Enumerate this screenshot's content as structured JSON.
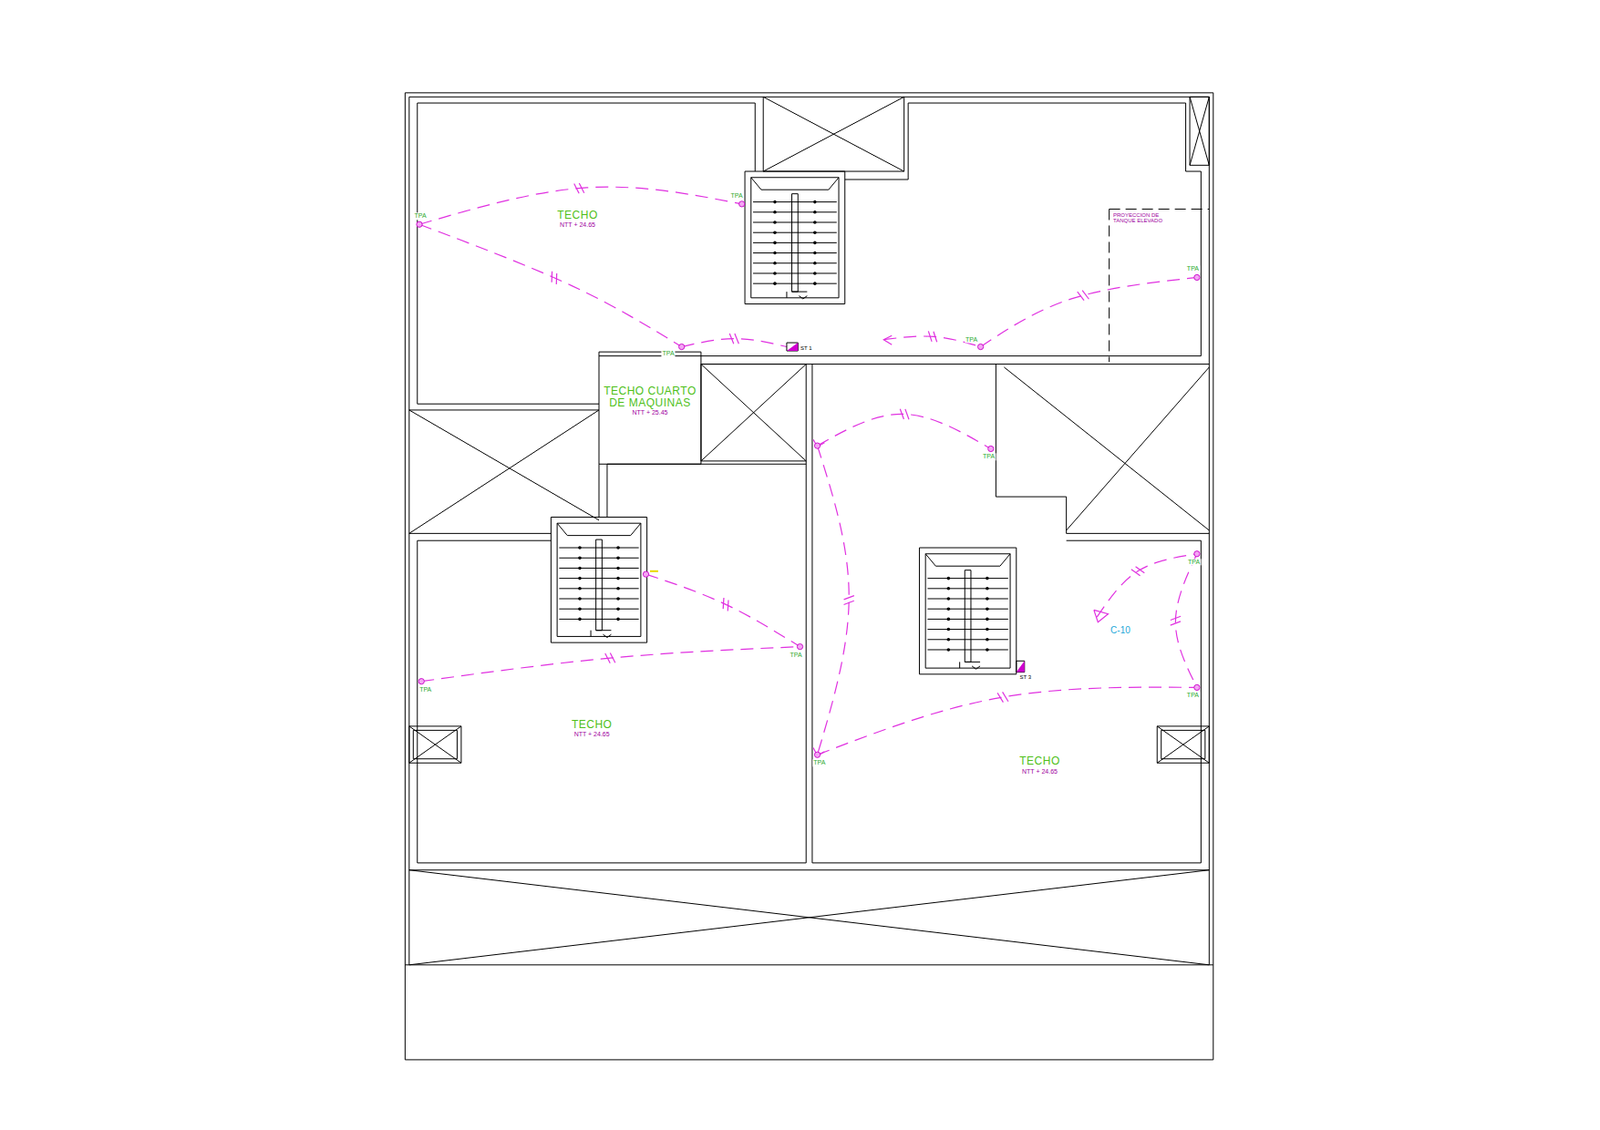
{
  "diagram": {
    "nodes": [
      {
        "text": [
          "TECHO",
          "NTT + 24.65"
        ]
      },
      {
        "text": [
          "TECHO CUARTO DE MAQUINAS",
          "NTT + 25.45"
        ]
      },
      {
        "text": [
          "TECHO",
          "NTT + 24.65"
        ]
      },
      {
        "text": [
          "TECHO",
          "NTT + 24.65"
        ]
      }
    ],
    "labels": [
      "PROYECCION DE TANQUE ELEVADO",
      "TPA",
      "TPA",
      "TPA",
      "TPA",
      "TPA",
      "TPA",
      "TPA",
      "TPA",
      "TPA",
      "TPA",
      "TPA",
      "ST 1",
      "ST 3",
      "C-10"
    ]
  }
}
